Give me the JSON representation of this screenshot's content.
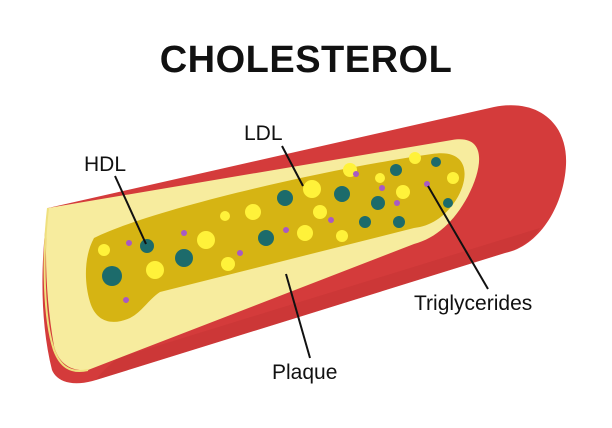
{
  "title": "CHOLESTEROL",
  "labels": {
    "hdl": "HDL",
    "ldl": "LDL",
    "triglycerides": "Triglycerides",
    "plaque": "Plaque"
  },
  "colors": {
    "artery_wall": "#d43b3b",
    "artery_wall_dark": "#b22a2a",
    "plaque": "#f7ec9e",
    "plaque_edge": "#efe07e",
    "blood": "#d6b413",
    "hdl": "#1c6b6b",
    "ldl": "#fff23a",
    "triglycerides": "#a85ac4"
  }
}
